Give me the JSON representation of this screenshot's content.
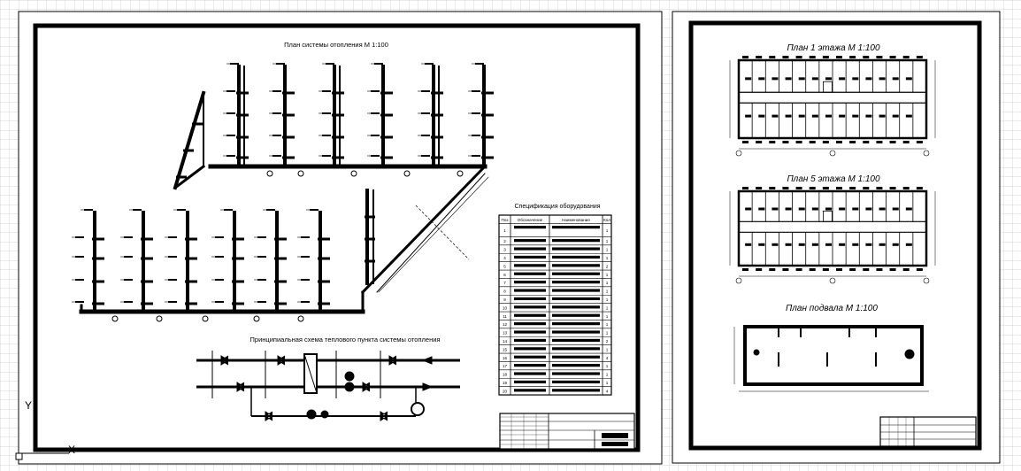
{
  "sheet1": {
    "heating_plan_title": "План системы отопления М 1:100",
    "heat_point_title": "Принципиальная схема теплового пункта системы отопления"
  },
  "spec": {
    "title": "Спецификация оборудования",
    "headers": [
      "Поз",
      "Обозначение",
      "Наименование",
      "Кол"
    ],
    "rows": [
      [
        "1",
        "",
        "",
        "1"
      ],
      [
        "2",
        "",
        "",
        "1"
      ],
      [
        "3",
        "",
        "",
        "1"
      ],
      [
        "4",
        "",
        "",
        "1"
      ],
      [
        "5",
        "",
        "",
        "2"
      ],
      [
        "6",
        "",
        "",
        "1"
      ],
      [
        "7",
        "",
        "",
        "1"
      ],
      [
        "8",
        "",
        "",
        "1"
      ],
      [
        "9",
        "",
        "",
        "1"
      ],
      [
        "10",
        "",
        "",
        "1"
      ],
      [
        "11",
        "",
        "",
        "1"
      ],
      [
        "12",
        "",
        "",
        "1"
      ],
      [
        "13",
        "",
        "",
        "1"
      ],
      [
        "14",
        "",
        "",
        "2"
      ],
      [
        "15",
        "",
        "",
        "1"
      ],
      [
        "16",
        "",
        "",
        "4"
      ],
      [
        "17",
        "",
        "",
        "1"
      ],
      [
        "18",
        "",
        "",
        "1"
      ],
      [
        "19",
        "",
        "",
        "1"
      ],
      [
        "20",
        "",
        "",
        "4"
      ]
    ]
  },
  "stamp1": {
    "sheet_code": "",
    "title": ""
  },
  "sheet2": {
    "plan1_title": "План 1  этажа  М 1:100",
    "plan5_title": "План 5  этажа  М 1:100",
    "basement_title": "План подвала  М 1:100"
  },
  "ucs": {
    "y_label": "Y",
    "x_label": "X"
  },
  "colors": {
    "grid": "#c8c8c8",
    "ink": "#000000",
    "paper": "#ffffff"
  }
}
